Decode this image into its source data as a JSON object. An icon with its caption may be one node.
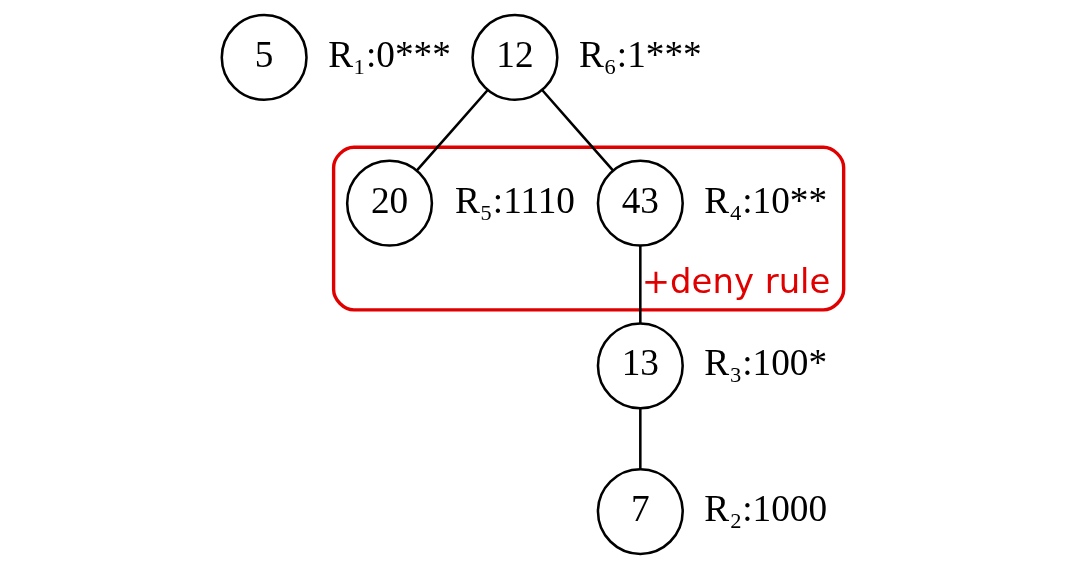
{
  "diagram": {
    "nodes": [
      {
        "text": [
          "5"
        ],
        "beside": [
          "R₁:0***"
        ]
      },
      {
        "text": [
          "12"
        ],
        "beside": [
          "R₆:1***"
        ]
      },
      {
        "text": [
          "+deny rule"
        ]
      },
      {
        "text": [
          "20"
        ],
        "beside": [
          "R₅:1110"
        ],
        "in": 2
      },
      {
        "text": [
          "43"
        ],
        "beside": [
          "R₄:10**"
        ],
        "in": 2
      },
      {
        "text": [
          "13"
        ],
        "beside": [
          "R₃:100*"
        ]
      },
      {
        "text": [
          "7"
        ],
        "beside": [
          "R₂:1000"
        ]
      }
    ],
    "edges": [
      {
        "from": 1,
        "to": 3,
        "arrow": "none"
      },
      {
        "from": 1,
        "to": 4,
        "arrow": "none"
      },
      {
        "from": 4,
        "to": 5,
        "arrow": "none"
      },
      {
        "from": 5,
        "to": 6,
        "arrow": "none"
      }
    ]
  }
}
